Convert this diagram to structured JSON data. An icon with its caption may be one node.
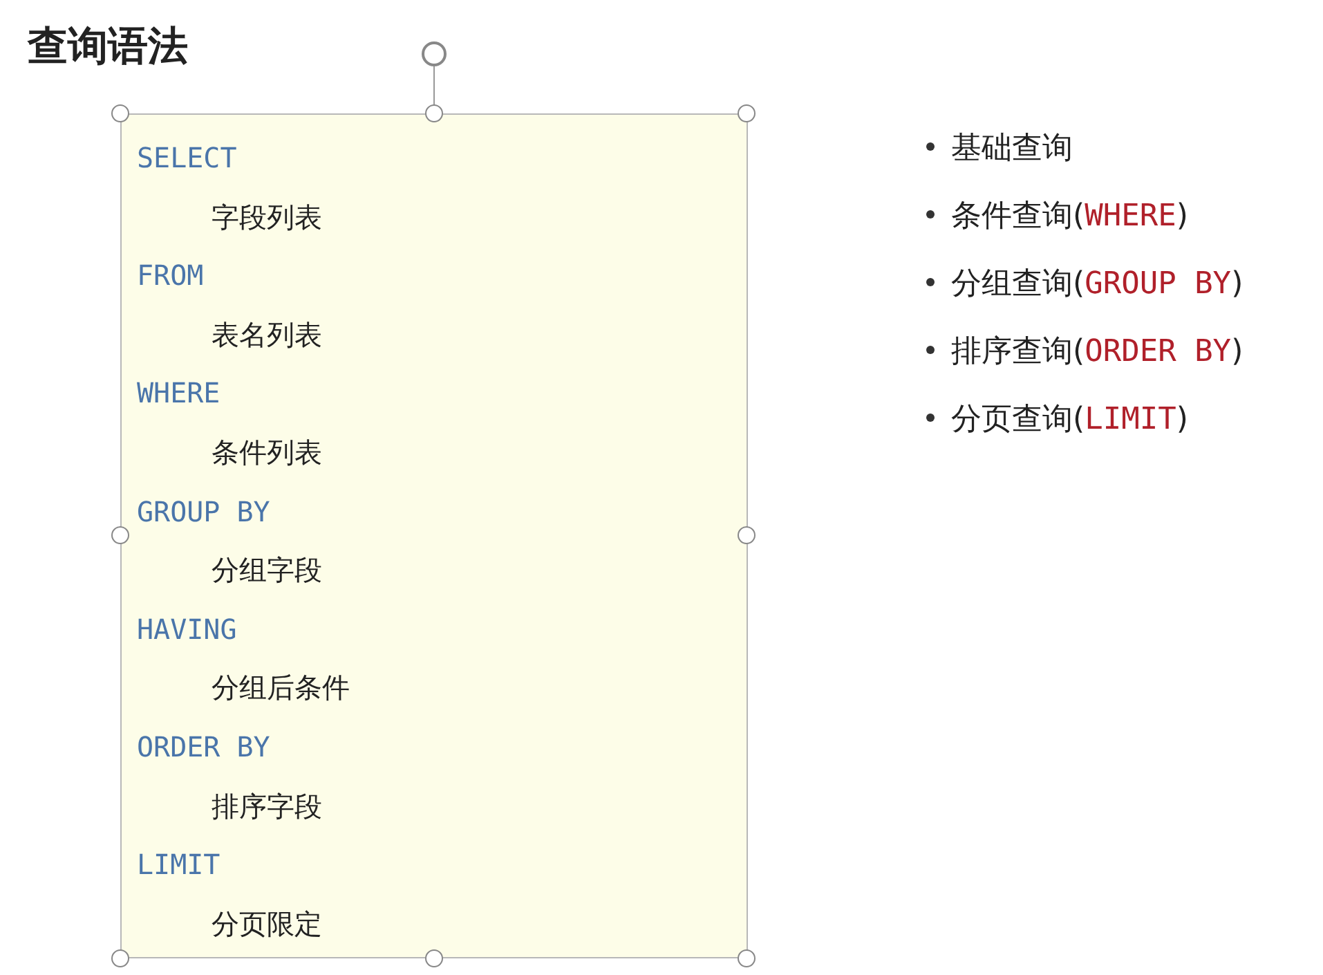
{
  "diagram": {
    "title": "查询语法",
    "nodes": [
      {
        "text": [
          "SELECT",
          "字段列表",
          "FROM",
          "表名列表",
          "WHERE",
          "条件列表",
          "GROUP BY",
          "分组字段",
          "HAVING",
          "分组后条件",
          "ORDER BY",
          "排序字段",
          "LIMIT",
          "分页限定"
        ]
      }
    ],
    "labels": [
      "基础查询",
      "条件查询(WHERE)",
      "分组查询(GROUP BY)",
      "排序查询(ORDER BY)",
      "分页查询(LIMIT)"
    ]
  }
}
